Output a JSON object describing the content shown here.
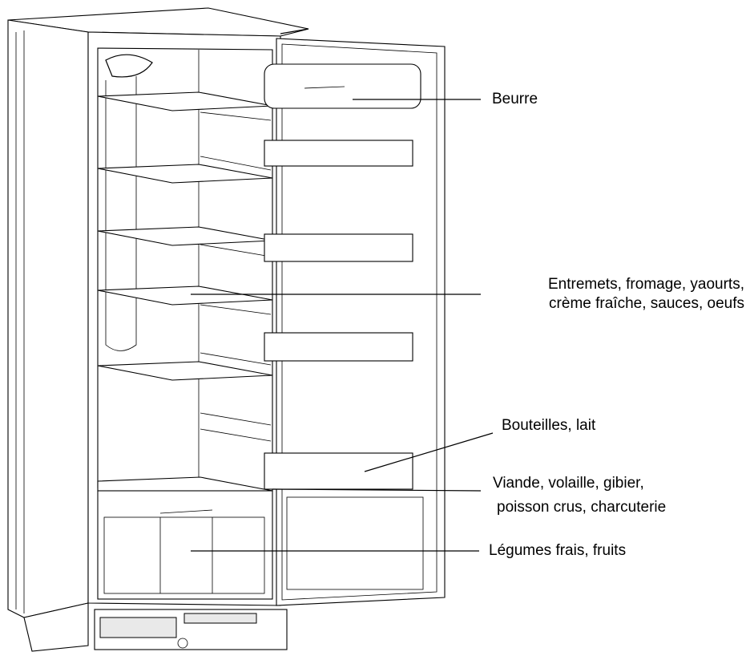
{
  "labels": {
    "beurre": "Beurre",
    "entremets_line1": "Entremets, fromage, yaourts,",
    "entremets_line2": "crème fraîche, sauces, oeufs",
    "bouteilles": "Bouteilles, lait",
    "viande_line1": "Viande, volaille, gibier,",
    "viande_line2": "poisson crus, charcuterie",
    "legumes": "Légumes frais, fruits"
  }
}
